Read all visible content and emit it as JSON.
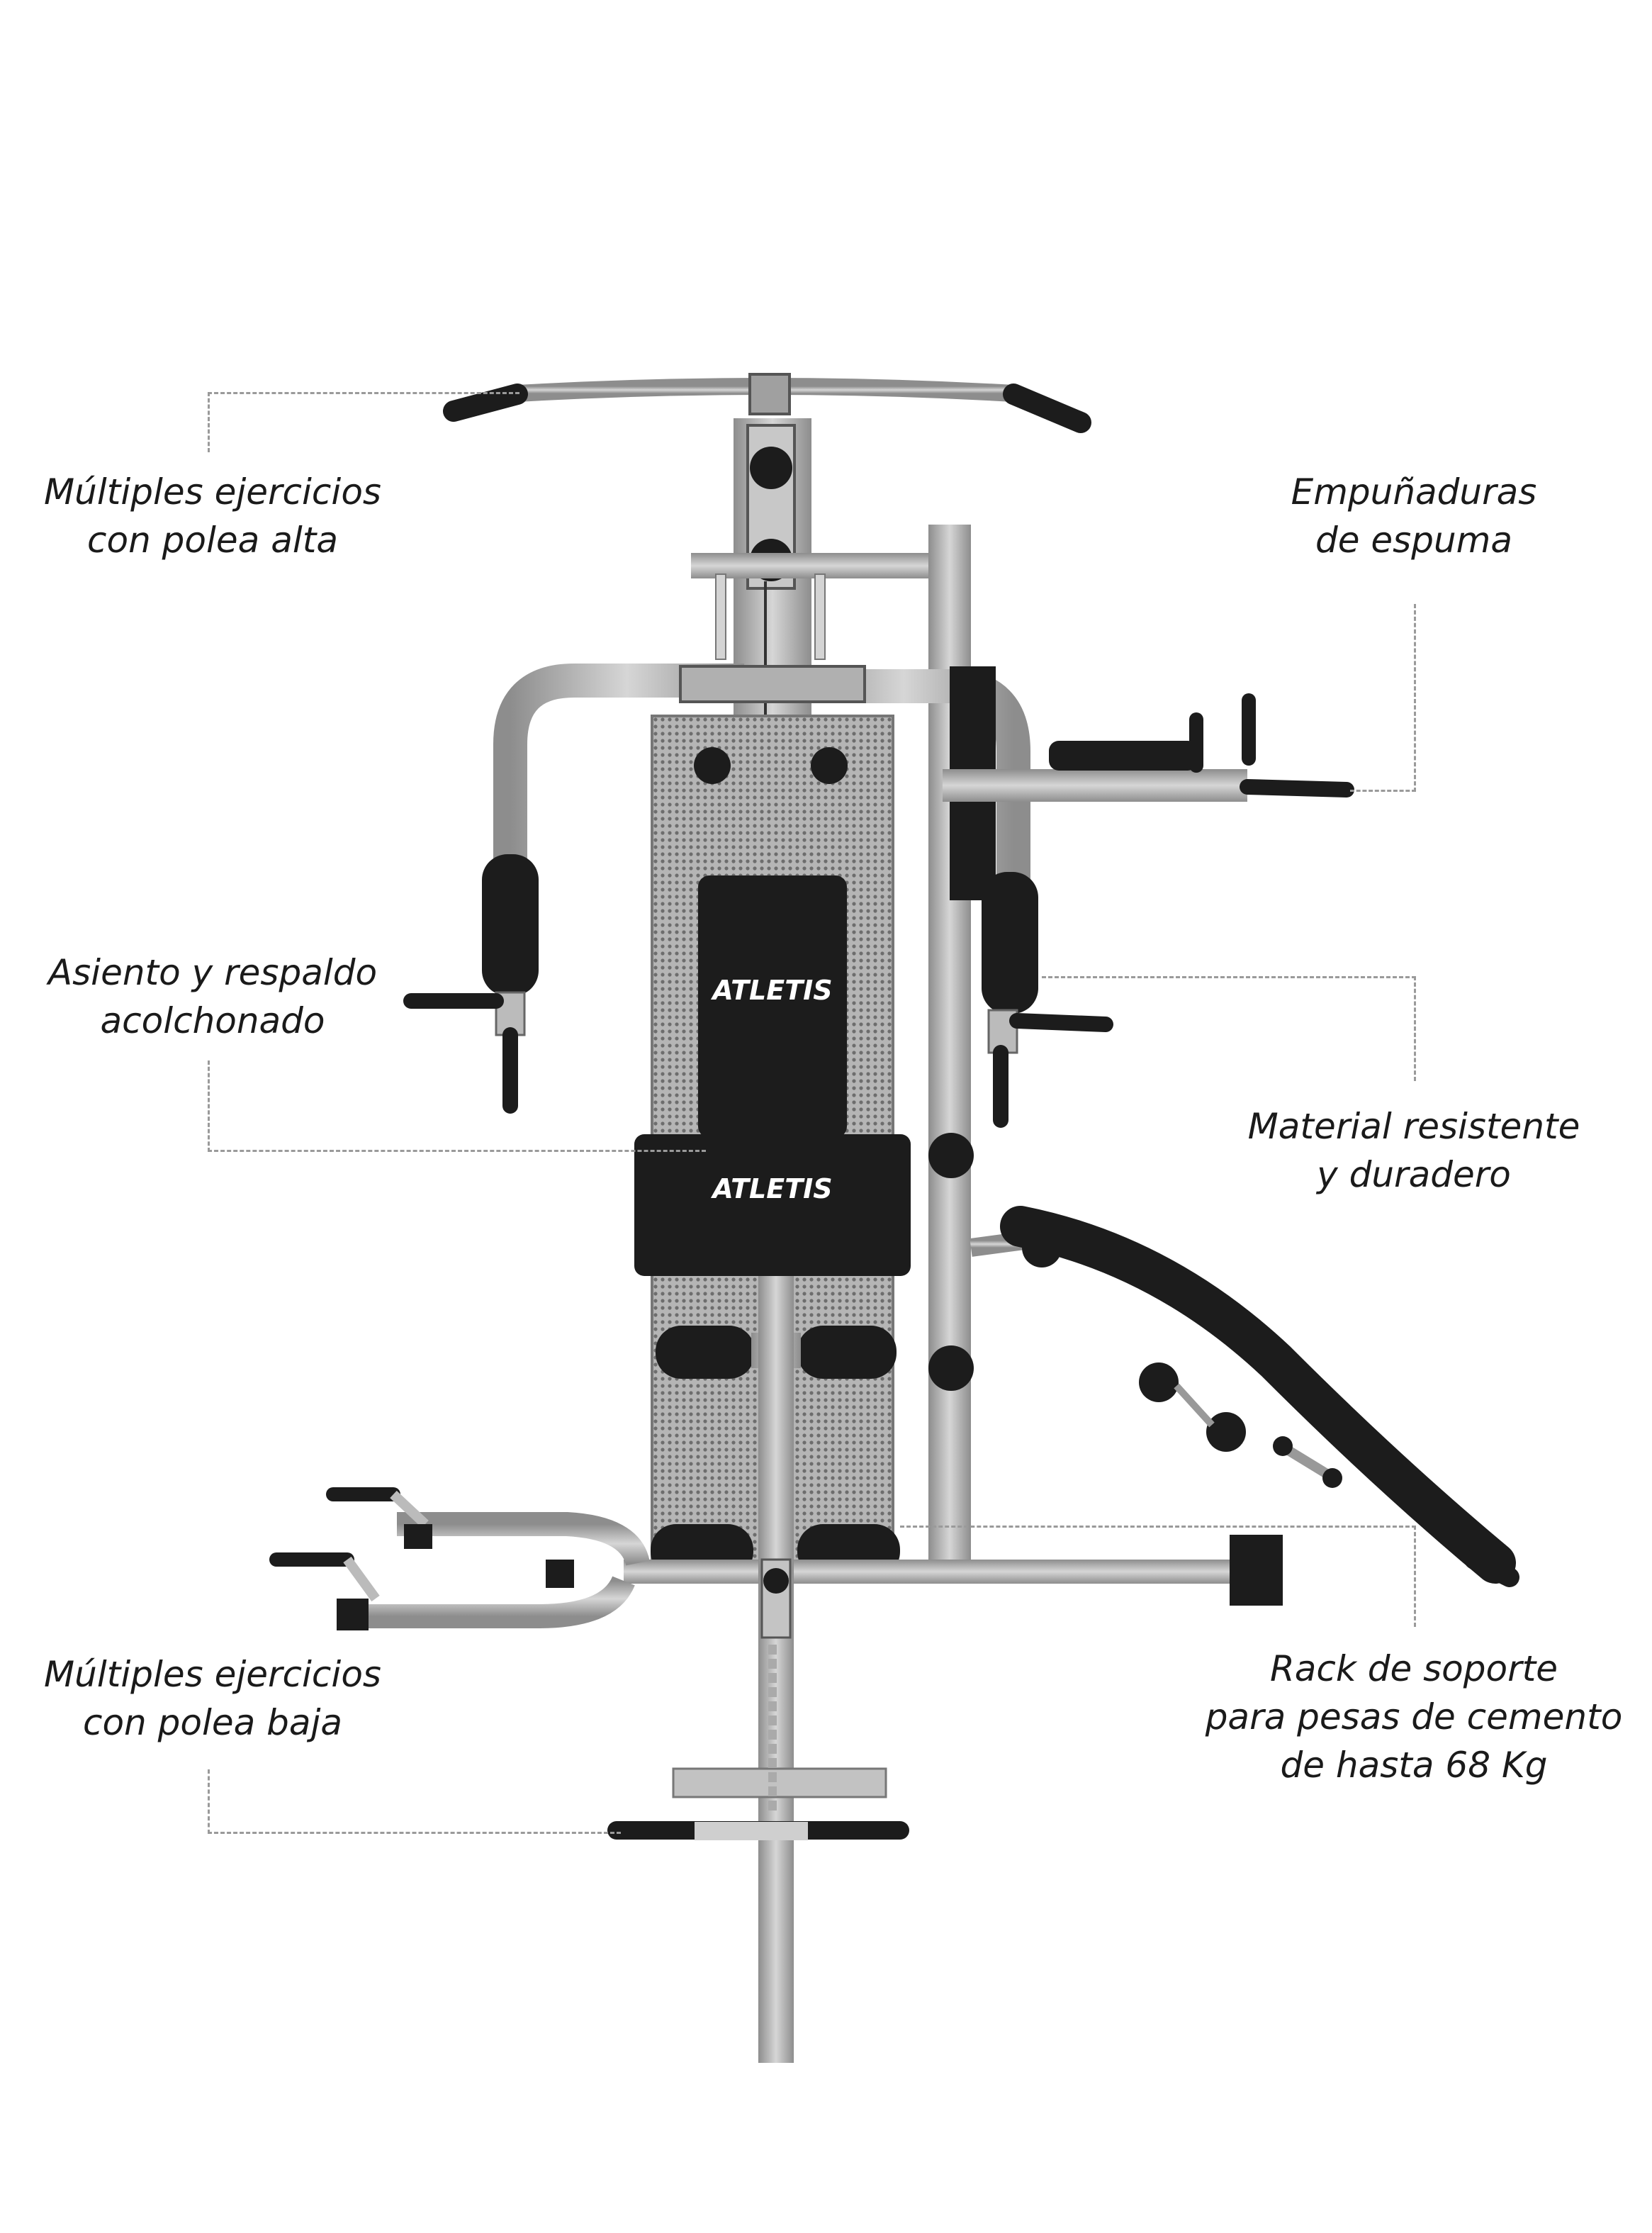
{
  "brand": "ATLETIS",
  "callouts": {
    "high_pulley": [
      "Múltiples ejercicios",
      "con polea alta"
    ],
    "foam_grips": [
      "Empuñaduras",
      "de espuma"
    ],
    "padded_seat": [
      "Asiento y respaldo",
      "acolchonado"
    ],
    "material": [
      "Material resistente",
      "y duradero"
    ],
    "low_pulley": [
      "Múltiples ejercicios",
      "con polea baja"
    ],
    "weight_rack": [
      "Rack de soporte",
      "para pesas de cemento",
      "de hasta 68 Kg"
    ]
  },
  "colors": {
    "frame": "#b9b9b9",
    "frame_dark": "#8c8c8c",
    "pad": "#1c1c1c",
    "mesh": "#9a9a9a"
  }
}
